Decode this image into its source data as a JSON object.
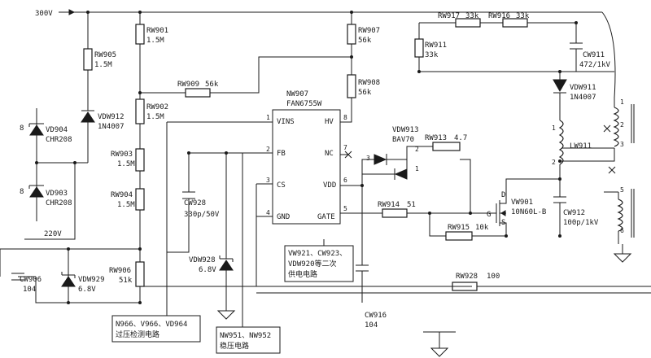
{
  "nets": {
    "hv": "300V",
    "v220": "220V"
  },
  "ic": {
    "ref": "NW907",
    "part": "FAN6755W",
    "pins": {
      "p1": "VINS",
      "p2": "FB",
      "p3": "CS",
      "p4": "GND",
      "p8": "HV",
      "p7": "NC",
      "p6": "VDD",
      "p5": "GATE"
    },
    "pin_numbers": {
      "n1": "1",
      "n2": "2",
      "n3": "3",
      "n4": "4",
      "n5": "5",
      "n6": "6",
      "n7": "7",
      "n8": "8"
    }
  },
  "resistors": {
    "rw901": {
      "ref": "RW901",
      "value": "1.5M"
    },
    "rw902": {
      "ref": "RW902",
      "value": "1.5M"
    },
    "rw903": {
      "ref": "RW903",
      "value": "1.5M"
    },
    "rw904": {
      "ref": "RW904",
      "value": "1.5M"
    },
    "rw905": {
      "ref": "RW905",
      "value": "1.5M"
    },
    "rw906": {
      "ref": "RW906",
      "value": "51k"
    },
    "rw907": {
      "ref": "RW907",
      "value": "56k"
    },
    "rw908": {
      "ref": "RW908",
      "value": "56k"
    },
    "rw909": {
      "ref": "RW909",
      "value": "56k"
    },
    "rw911": {
      "ref": "RW911",
      "value": "33k"
    },
    "rw913": {
      "ref": "RW913",
      "value": "4.7"
    },
    "rw914": {
      "ref": "RW914",
      "value": "51"
    },
    "rw915": {
      "ref": "RW915",
      "value": "10k"
    },
    "rw916": {
      "ref": "RW916",
      "value": "33k"
    },
    "rw917": {
      "ref": "RW917",
      "value": "33k"
    },
    "rw928": {
      "ref": "RW928",
      "value": "100"
    }
  },
  "capacitors": {
    "cw906": {
      "ref": "CW906",
      "value": "104"
    },
    "cw911": {
      "ref": "CW911",
      "value": "472/1kV"
    },
    "cw912": {
      "ref": "CW912",
      "value": "100p/1kV"
    },
    "cw916": {
      "ref": "CW916",
      "value": "104"
    },
    "cw928": {
      "ref": "CW928",
      "value": "330p/50V"
    }
  },
  "diodes": {
    "vd903": {
      "ref": "VD903",
      "value": "CHR208",
      "pin": "8"
    },
    "vd904": {
      "ref": "VD904",
      "value": "CHR208",
      "pin": "8"
    },
    "vdw911": {
      "ref": "VDW911",
      "value": "1N4007"
    },
    "vdw912": {
      "ref": "VDW912",
      "value": "1N4007"
    },
    "vdw913": {
      "ref": "VDW913",
      "value": "BAV70",
      "pins": [
        "3",
        "2",
        "1"
      ]
    },
    "vdw928": {
      "ref": "VDW928",
      "value": "6.8V"
    },
    "vdw929": {
      "ref": "VDW929",
      "value": "6.8V"
    }
  },
  "mosfet": {
    "ref": "VW901",
    "part": "10N60L-B",
    "d": "D",
    "g": "G",
    "s": "S"
  },
  "inductor": {
    "ref": "LW911",
    "pins": [
      "1",
      "2"
    ]
  },
  "transformer": {
    "pins": [
      "1",
      "2",
      "3",
      "5",
      "6"
    ]
  },
  "notes": {
    "ovp": {
      "line1": "N966、V966、VD964",
      "line2": "过压检测电路"
    },
    "reg": {
      "line1": "NW951、NW952",
      "line2": "稳压电路"
    },
    "aux": {
      "line1": "VW921、CW923、",
      "line2": "VDW920等二次",
      "line3": "供电电路"
    }
  },
  "colors": {
    "ink": "#1a1a1a",
    "paper": "#ffffff"
  }
}
